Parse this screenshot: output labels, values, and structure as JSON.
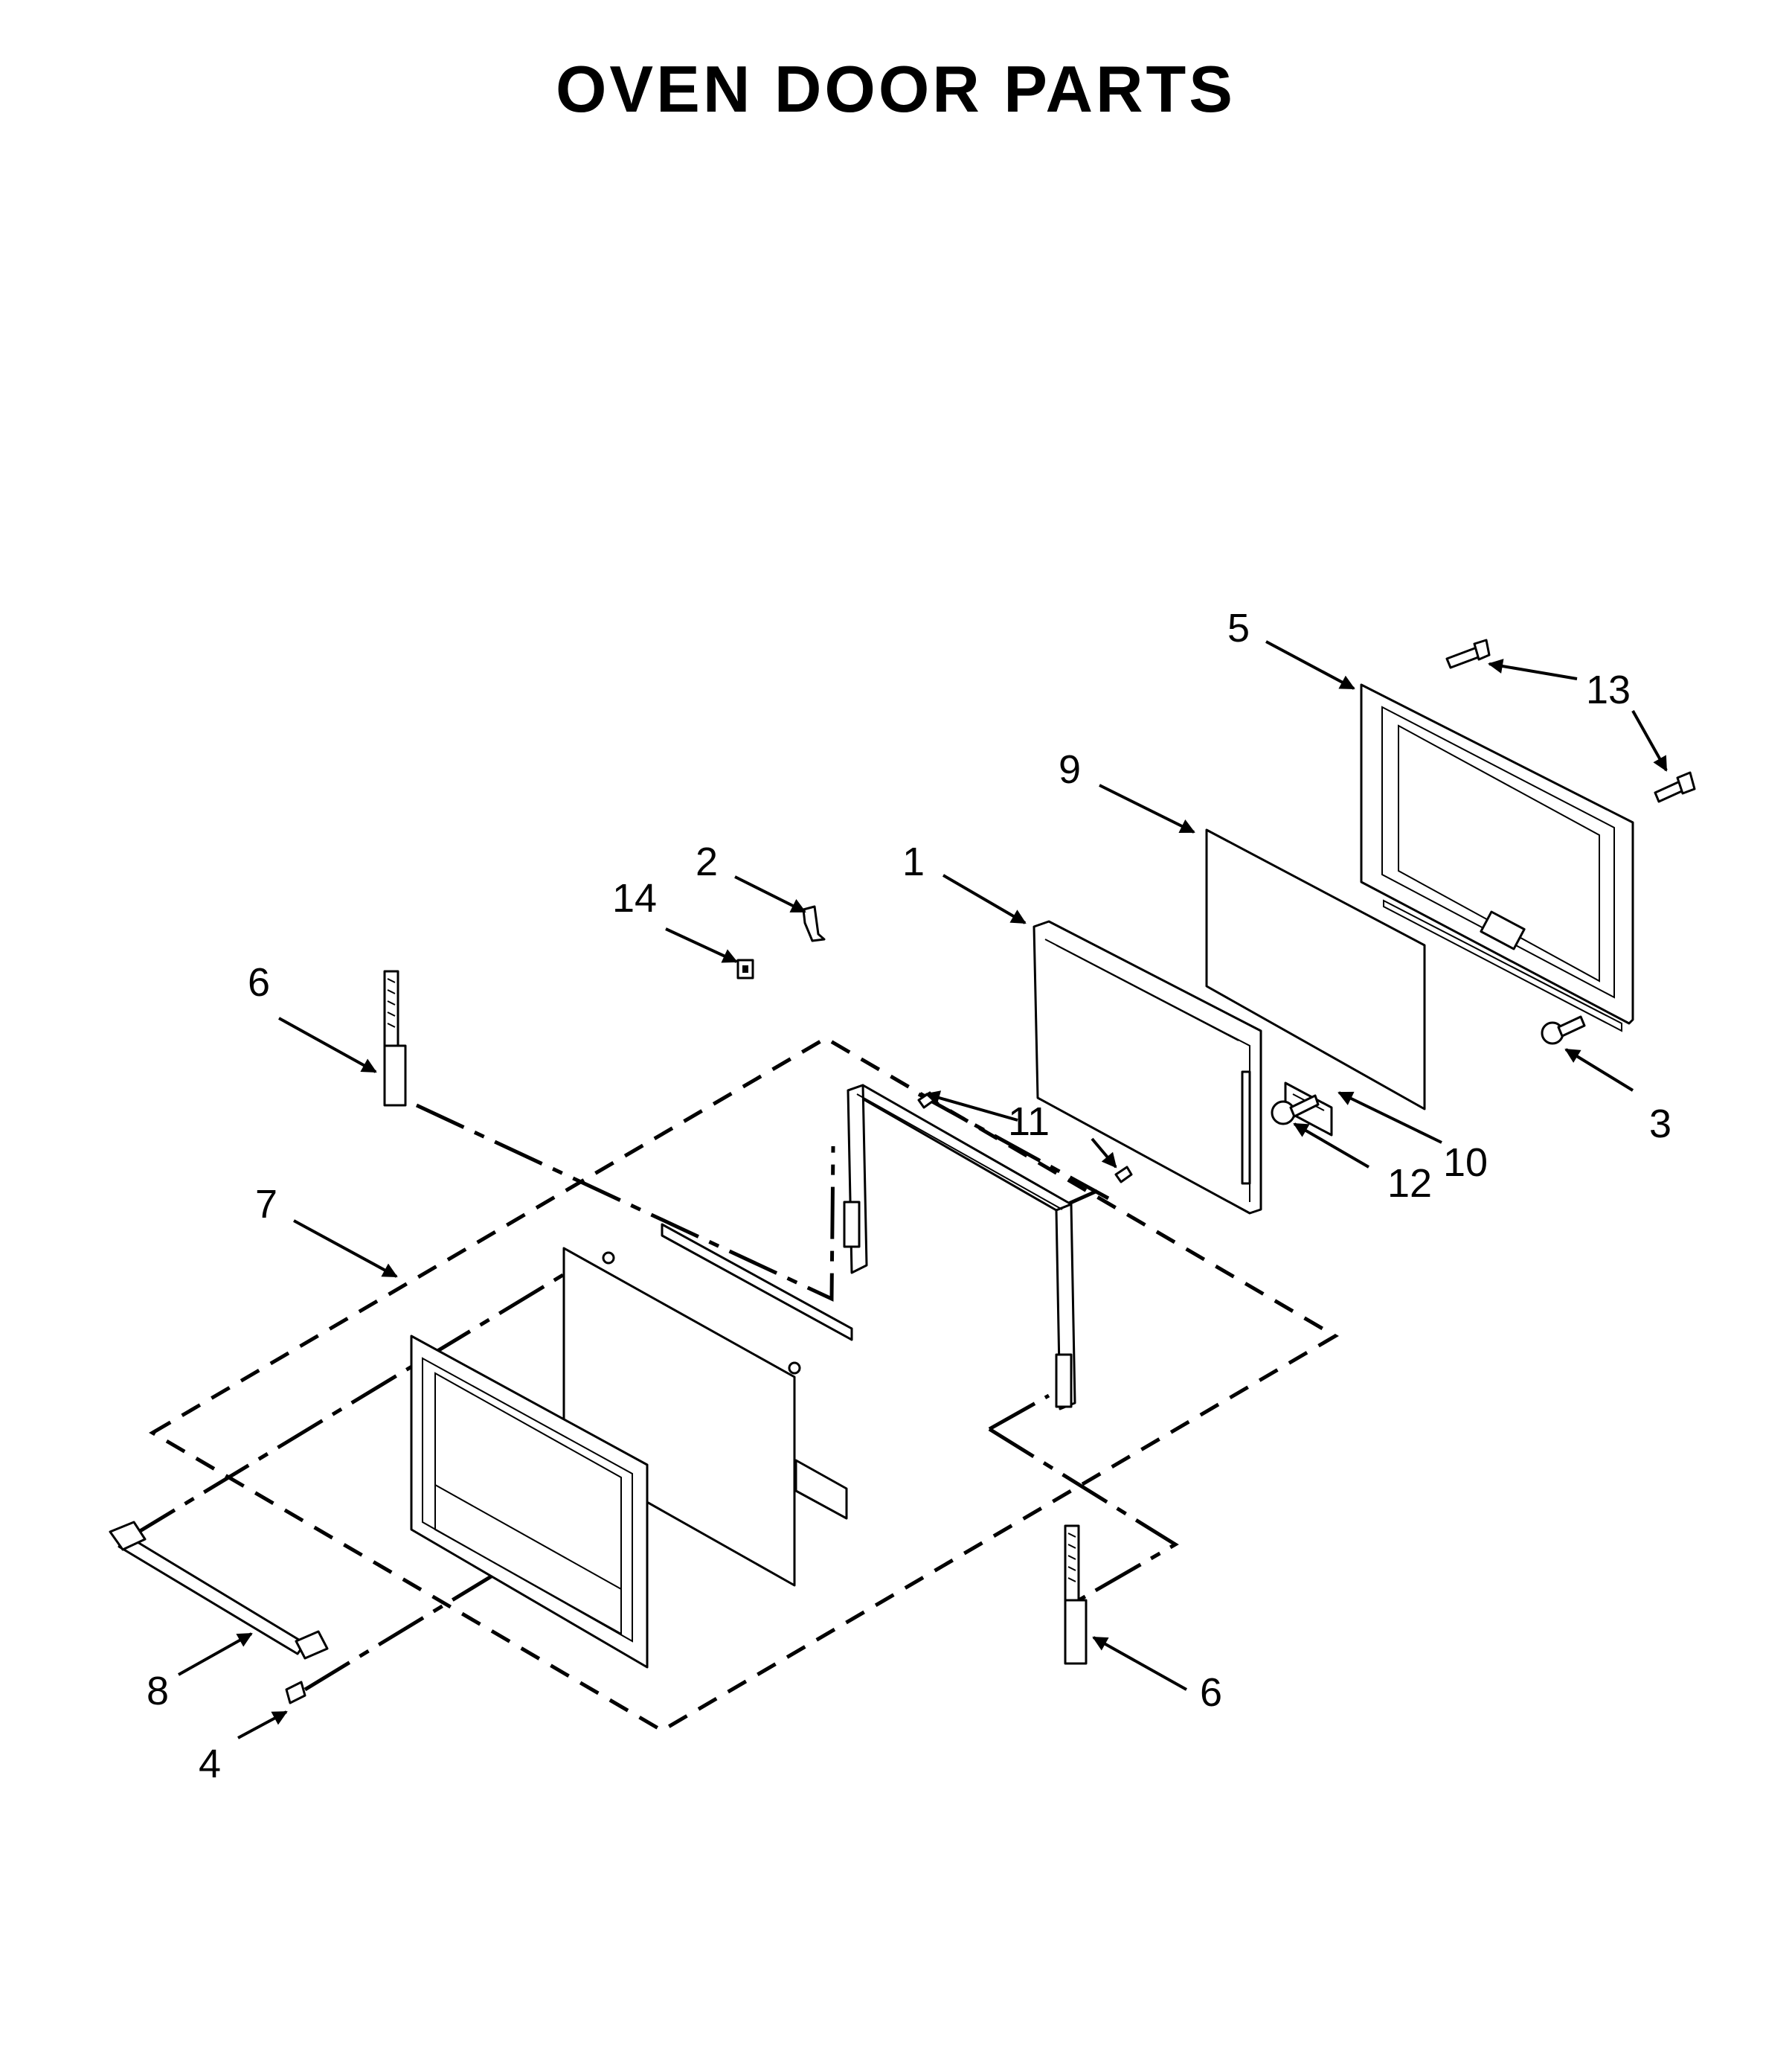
{
  "title": "OVEN DOOR PARTS",
  "callouts": {
    "c1": "1",
    "c2": "2",
    "c3": "3",
    "c4": "4",
    "c5": "5",
    "c6_top": "6",
    "c6_bottom": "6",
    "c7": "7",
    "c8": "8",
    "c9": "9",
    "c10": "10",
    "c11": "11",
    "c12": "12",
    "c13": "13",
    "c14": "14"
  }
}
